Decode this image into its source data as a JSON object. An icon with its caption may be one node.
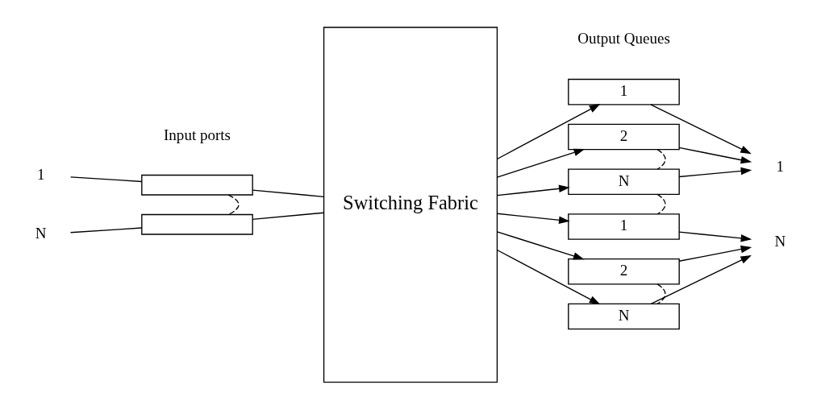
{
  "diagram": {
    "nodes": [
      {
        "text": [
          "1"
        ]
      },
      {
        "text": [],
        "shape": "box"
      },
      {
        "text": [
          "N"
        ]
      },
      {
        "text": [],
        "shape": "box"
      },
      {
        "text": [
          "Switching Fabric"
        ]
      },
      {
        "text": [
          "1"
        ]
      },
      {
        "text": [
          "2"
        ]
      },
      {
        "text": [
          "N"
        ]
      },
      {
        "text": [
          "1"
        ]
      },
      {
        "text": [
          "2"
        ]
      },
      {
        "text": [
          "N"
        ]
      },
      {
        "text": [
          "1"
        ]
      },
      {
        "text": [
          "N"
        ]
      }
    ],
    "edges": [
      {
        "from": 0,
        "to": 1,
        "arrow": "none"
      },
      {
        "from": 2,
        "to": 3,
        "arrow": "none"
      },
      {
        "from": 1,
        "to": 3,
        "arrow": "none",
        "style": "dashed"
      },
      {
        "from": 1,
        "to": 4,
        "arrow": "none"
      },
      {
        "from": 3,
        "to": 4,
        "arrow": "none"
      },
      {
        "from": 4,
        "to": 5,
        "arrow": "to"
      },
      {
        "from": 4,
        "to": 6,
        "arrow": "to"
      },
      {
        "from": 4,
        "to": 7,
        "arrow": "to"
      },
      {
        "from": 6,
        "to": 7,
        "arrow": "none",
        "style": "dashed"
      },
      {
        "from": 7,
        "to": 8,
        "arrow": "none",
        "style": "dashed"
      },
      {
        "from": 4,
        "to": 8,
        "arrow": "to"
      },
      {
        "from": 4,
        "to": 9,
        "arrow": "to"
      },
      {
        "from": 4,
        "to": 10,
        "arrow": "to"
      },
      {
        "from": 9,
        "to": 10,
        "arrow": "none",
        "style": "dashed"
      },
      {
        "from": 5,
        "to": 11,
        "arrow": "to"
      },
      {
        "from": 6,
        "to": 11,
        "arrow": "to"
      },
      {
        "from": 7,
        "to": 11,
        "arrow": "to"
      },
      {
        "from": 8,
        "to": 12,
        "arrow": "to"
      },
      {
        "from": 9,
        "to": 12,
        "arrow": "to"
      },
      {
        "from": 10,
        "to": 12,
        "arrow": "to"
      }
    ],
    "labels": [
      "Input ports",
      "Output Queues"
    ]
  }
}
